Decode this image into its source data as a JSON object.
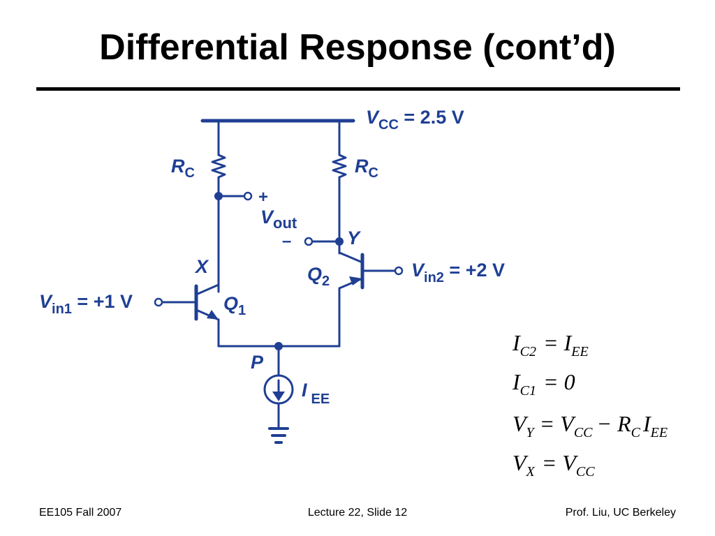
{
  "slide": {
    "title": "Differential Response (cont’d)"
  },
  "circuit": {
    "vcc_label": {
      "v": "V",
      "sub": "CC",
      "rest": " = 2.5 V"
    },
    "rc_left": {
      "v": "R",
      "sub": "C"
    },
    "rc_right": {
      "v": "R",
      "sub": "C"
    },
    "vout": {
      "v": "V",
      "sub": "out",
      "plus": "+",
      "minus": "–"
    },
    "node_x": "X",
    "node_y": "Y",
    "node_p": "P",
    "q1": {
      "v": "Q",
      "sub": "1"
    },
    "q2": {
      "v": "Q",
      "sub": "2"
    },
    "vin1": {
      "v": "V",
      "sub": "in1",
      "rest": " = +1 V"
    },
    "vin2": {
      "v": "V",
      "sub": "in2",
      "rest": " = +2 V"
    },
    "iee": {
      "v": "I",
      "sub": "EE"
    },
    "wire_color": "#1f3f93"
  },
  "equations": [
    {
      "lhs": "I",
      "lhs_sub": "C2",
      "rhs": "= I",
      "rhs_sub": "EE"
    },
    {
      "lhs": "I",
      "lhs_sub": "C1",
      "rhs": "= 0"
    },
    {
      "lhs": "V",
      "lhs_sub": "Y",
      "rhs": "= V",
      "rhs_sub": "CC",
      "minus": "− R",
      "minus_sub": "C",
      "tail": "I",
      "tail_sub": "EE"
    },
    {
      "lhs": "V",
      "lhs_sub": "X",
      "rhs": "= V",
      "rhs_sub": "CC"
    }
  ],
  "footer": {
    "left": "EE105 Fall 2007",
    "center": "Lecture 22, Slide 12",
    "right": "Prof. Liu, UC Berkeley"
  }
}
